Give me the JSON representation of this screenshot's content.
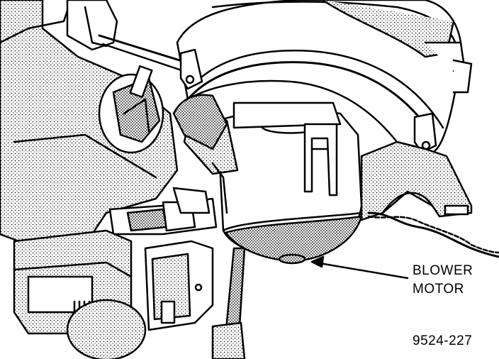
{
  "callout": {
    "line1": "BLOWER",
    "line2": "MOTOR"
  },
  "figure_number": "9524-227",
  "colors": {
    "ink": "#000000",
    "paper": "#ffffff",
    "shading": "#9a9a9a"
  }
}
